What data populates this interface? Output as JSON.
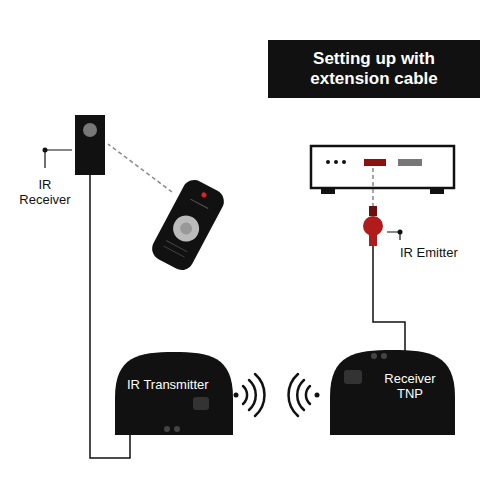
{
  "diagram": {
    "nodes": [
      {
        "text": [
          "Setting up with extension cable"
        ]
      },
      {
        "text": [
          "IR Receiver"
        ]
      },
      {
        "text": [
          "IR Transmitter"
        ]
      },
      {
        "text": [
          "Receiver TNP"
        ]
      },
      {
        "text": [
          "IR Emitter"
        ]
      }
    ],
    "edges": [
      {
        "from": 1,
        "to": 2,
        "arrow": "none"
      },
      {
        "from": 4,
        "to": 3,
        "arrow": "none"
      }
    ]
  }
}
